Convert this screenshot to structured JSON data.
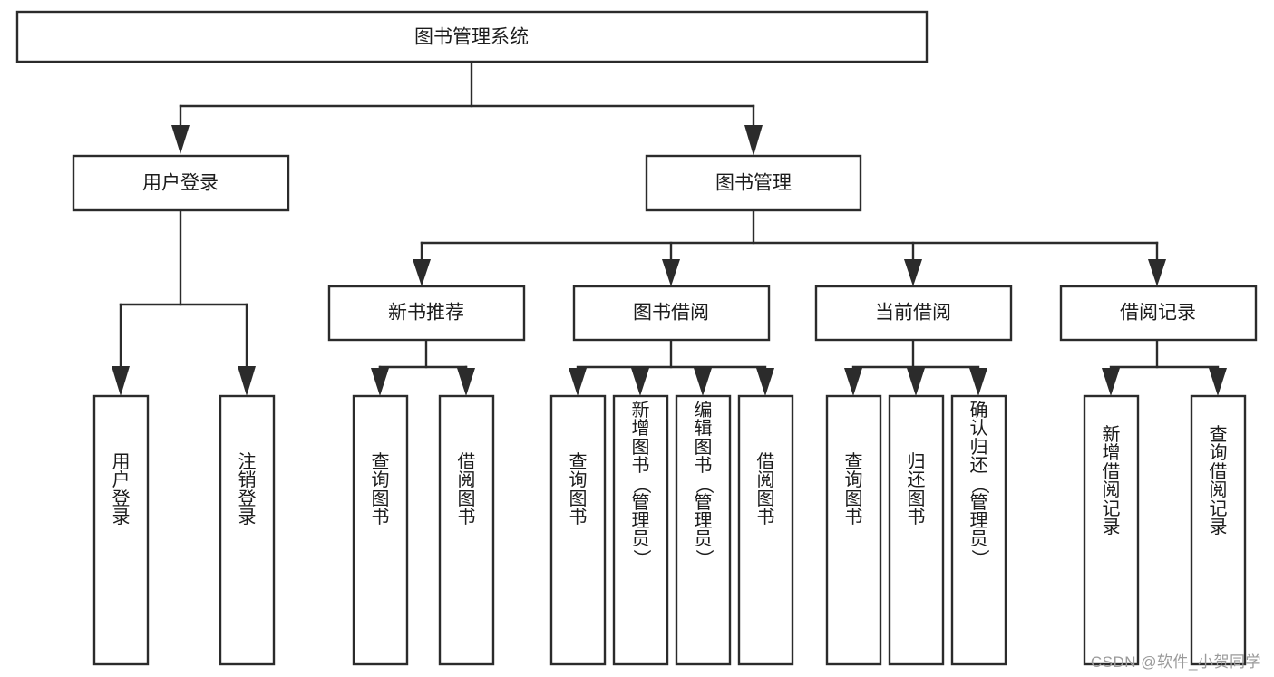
{
  "diagram": {
    "type": "tree",
    "title": "图书管理系统",
    "orientation": "top-down",
    "colors": {
      "box_stroke": "#2b2b2b",
      "box_fill": "#ffffff",
      "line": "#2b2b2b",
      "text": "#1c1c1c",
      "watermark": "#9a9a9a",
      "background": "#ffffff"
    },
    "root": {
      "label": "图书管理系统"
    },
    "level2": [
      {
        "label": "用户登录"
      },
      {
        "label": "图书管理"
      }
    ],
    "level3": [
      {
        "label": "新书推荐"
      },
      {
        "label": "图书借阅"
      },
      {
        "label": "当前借阅"
      },
      {
        "label": "借阅记录"
      }
    ],
    "leaves": {
      "user_login": [
        {
          "label": "用户登录",
          "chars": [
            "用",
            "户",
            "登",
            "录"
          ]
        },
        {
          "label": "注销登录",
          "chars": [
            "注",
            "销",
            "登",
            "录"
          ]
        }
      ],
      "new_book_recommend": [
        {
          "label": "查询图书",
          "chars": [
            "查",
            "询",
            "图",
            "书"
          ]
        },
        {
          "label": "借阅图书",
          "chars": [
            "借",
            "阅",
            "图",
            "书"
          ]
        }
      ],
      "book_borrow": [
        {
          "label": "查询图书",
          "chars": [
            "查",
            "询",
            "图",
            "书"
          ]
        },
        {
          "label": "新增图书（管理员）",
          "chars": [
            "新",
            "增",
            "图",
            "书",
            "（",
            "管",
            "理",
            "员",
            "）"
          ]
        },
        {
          "label": "编辑图书（管理员）",
          "chars": [
            "编",
            "辑",
            "图",
            "书",
            "（",
            "管",
            "理",
            "员",
            "）"
          ]
        },
        {
          "label": "借阅图书",
          "chars": [
            "借",
            "阅",
            "图",
            "书"
          ]
        }
      ],
      "current_borrow": [
        {
          "label": "查询图书",
          "chars": [
            "查",
            "询",
            "图",
            "书"
          ]
        },
        {
          "label": "归还图书",
          "chars": [
            "归",
            "还",
            "图",
            "书"
          ]
        },
        {
          "label": "确认归还（管理员）",
          "chars": [
            "确",
            "认",
            "归",
            "还",
            "（",
            "管",
            "理",
            "员",
            "）"
          ]
        }
      ],
      "borrow_record": [
        {
          "label": "新增借阅记录",
          "chars": [
            "新",
            "增",
            "借",
            "阅",
            "记",
            "录"
          ]
        },
        {
          "label": "查询借阅记录",
          "chars": [
            "查",
            "询",
            "借",
            "阅",
            "记",
            "录"
          ]
        }
      ]
    },
    "watermark": "CSDN @软件_小贺同学"
  }
}
